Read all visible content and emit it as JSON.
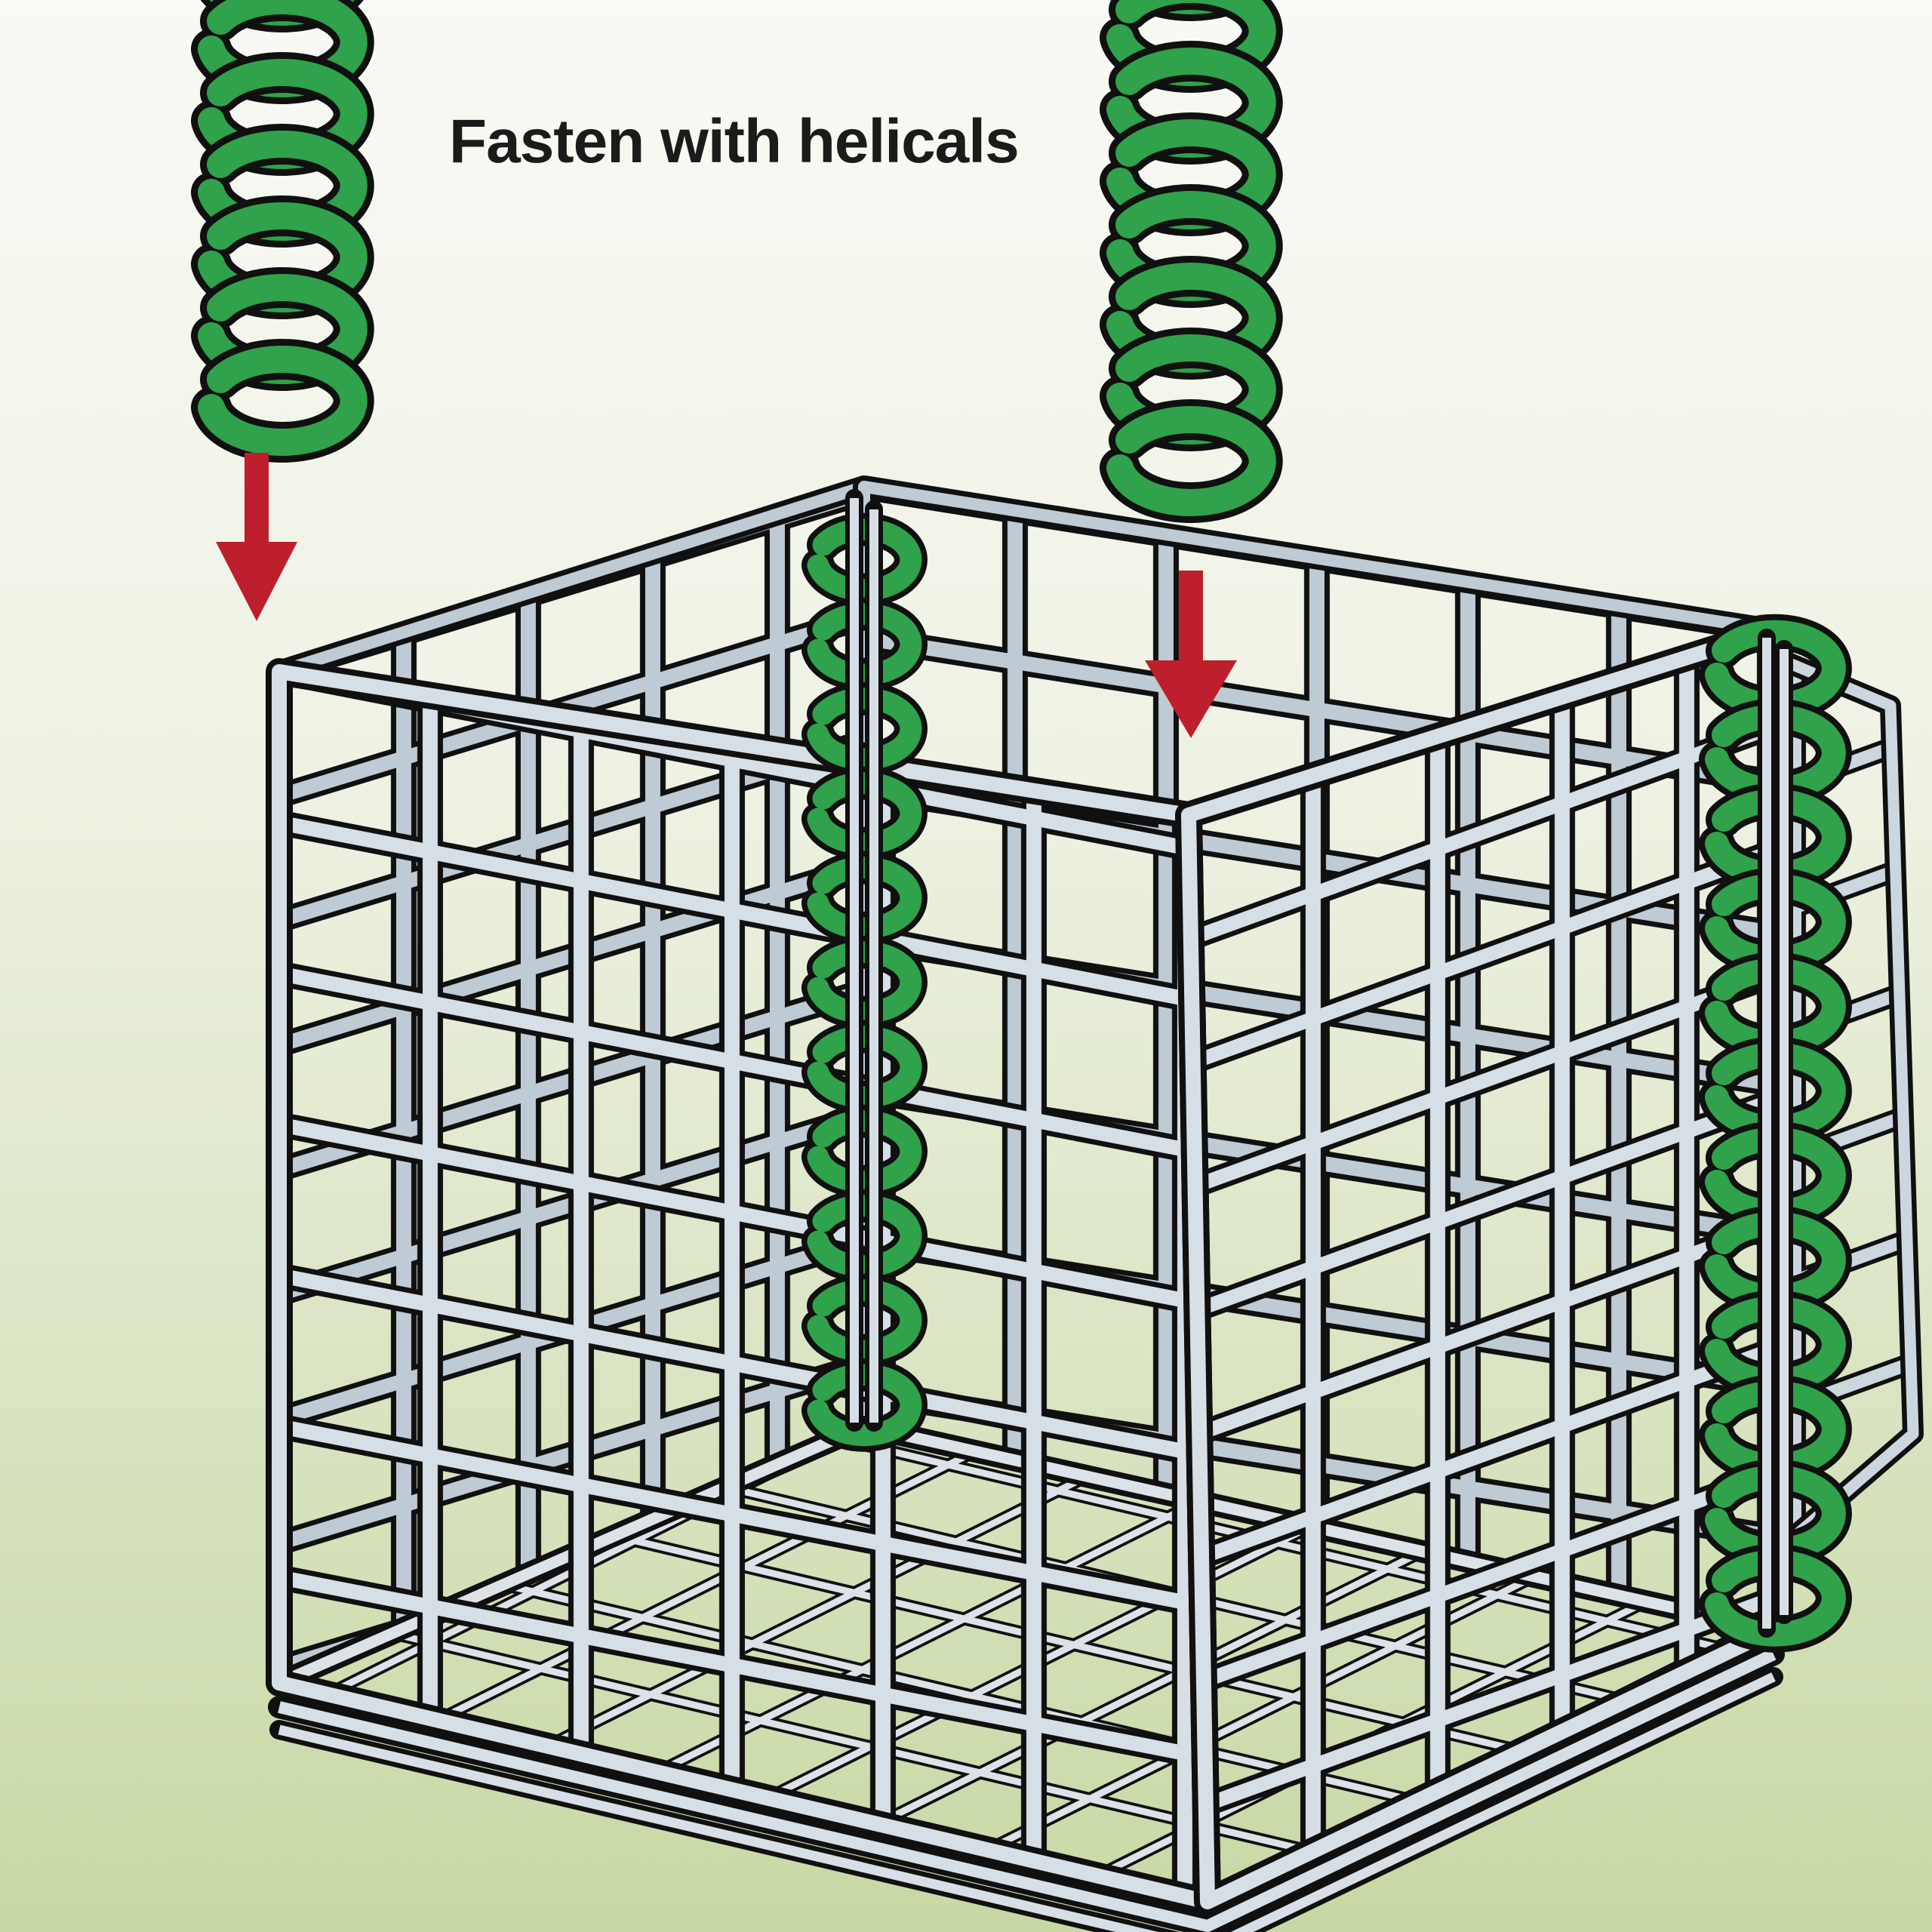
{
  "title": {
    "label": "Fasten with helicals"
  },
  "colors": {
    "background_top": "#f9f9f5",
    "background_mid": "#eef2e3",
    "background_bottom": "#c7d8a4",
    "helical_green": "#2fa24b",
    "arrow_red": "#be1f2d",
    "outline_black": "#101010",
    "wire_front": "#d6dfe5",
    "wire_interior": "#becad4",
    "wire_bottom": "#dce3e8",
    "wire_lean": "#ccd6de",
    "text": "#1b1b1b"
  },
  "basket": {
    "type": "wire-mesh cube basket",
    "visible_faces": [
      "back-left interior",
      "back-right interior",
      "bottom mesh",
      "front-left",
      "front-right",
      "leaning side panel"
    ]
  },
  "helicals": [
    {
      "id": "hanging-left",
      "state": "hanging above basket, not installed",
      "turns": 7
    },
    {
      "id": "hanging-back",
      "state": "hanging above basket, not installed",
      "turns": 8
    },
    {
      "id": "installed-middle",
      "state": "installed on corner edge",
      "turns": 11
    },
    {
      "id": "installed-right",
      "state": "installed on corner edge",
      "turns": 12
    }
  ],
  "arrows": [
    {
      "id": "arrow-left",
      "direction": "down"
    },
    {
      "id": "arrow-back",
      "direction": "down"
    }
  ]
}
